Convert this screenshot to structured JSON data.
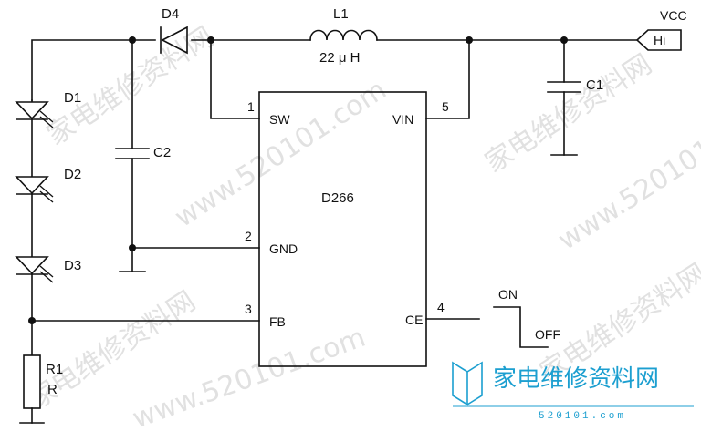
{
  "ic": {
    "name": "D266"
  },
  "pins": {
    "sw": {
      "num": "1",
      "name": "SW"
    },
    "gnd": {
      "num": "2",
      "name": "GND"
    },
    "fb": {
      "num": "3",
      "name": "FB"
    },
    "ce": {
      "num": "4",
      "name": "CE"
    },
    "vin": {
      "num": "5",
      "name": "VIN"
    }
  },
  "components": {
    "d4": "D4",
    "l1": "L1",
    "l1_value": "22 μ H",
    "c1": "C1",
    "c2": "C2",
    "d1": "D1",
    "d2": "D2",
    "d3": "D3",
    "r1": "R1",
    "r1_value": "R"
  },
  "net": {
    "vcc": "VCC",
    "hi": "Hi"
  },
  "switch": {
    "on": "ON",
    "off": "OFF"
  },
  "watermark": {
    "cn": "家电维修资料网",
    "url": "www.520101.com",
    "logo_cn": "家电维修资料网",
    "logo_num": "520101.com"
  },
  "colors": {
    "line": "#111111",
    "logo": "#1c9fd0",
    "watermark": "#c9c9c9"
  }
}
